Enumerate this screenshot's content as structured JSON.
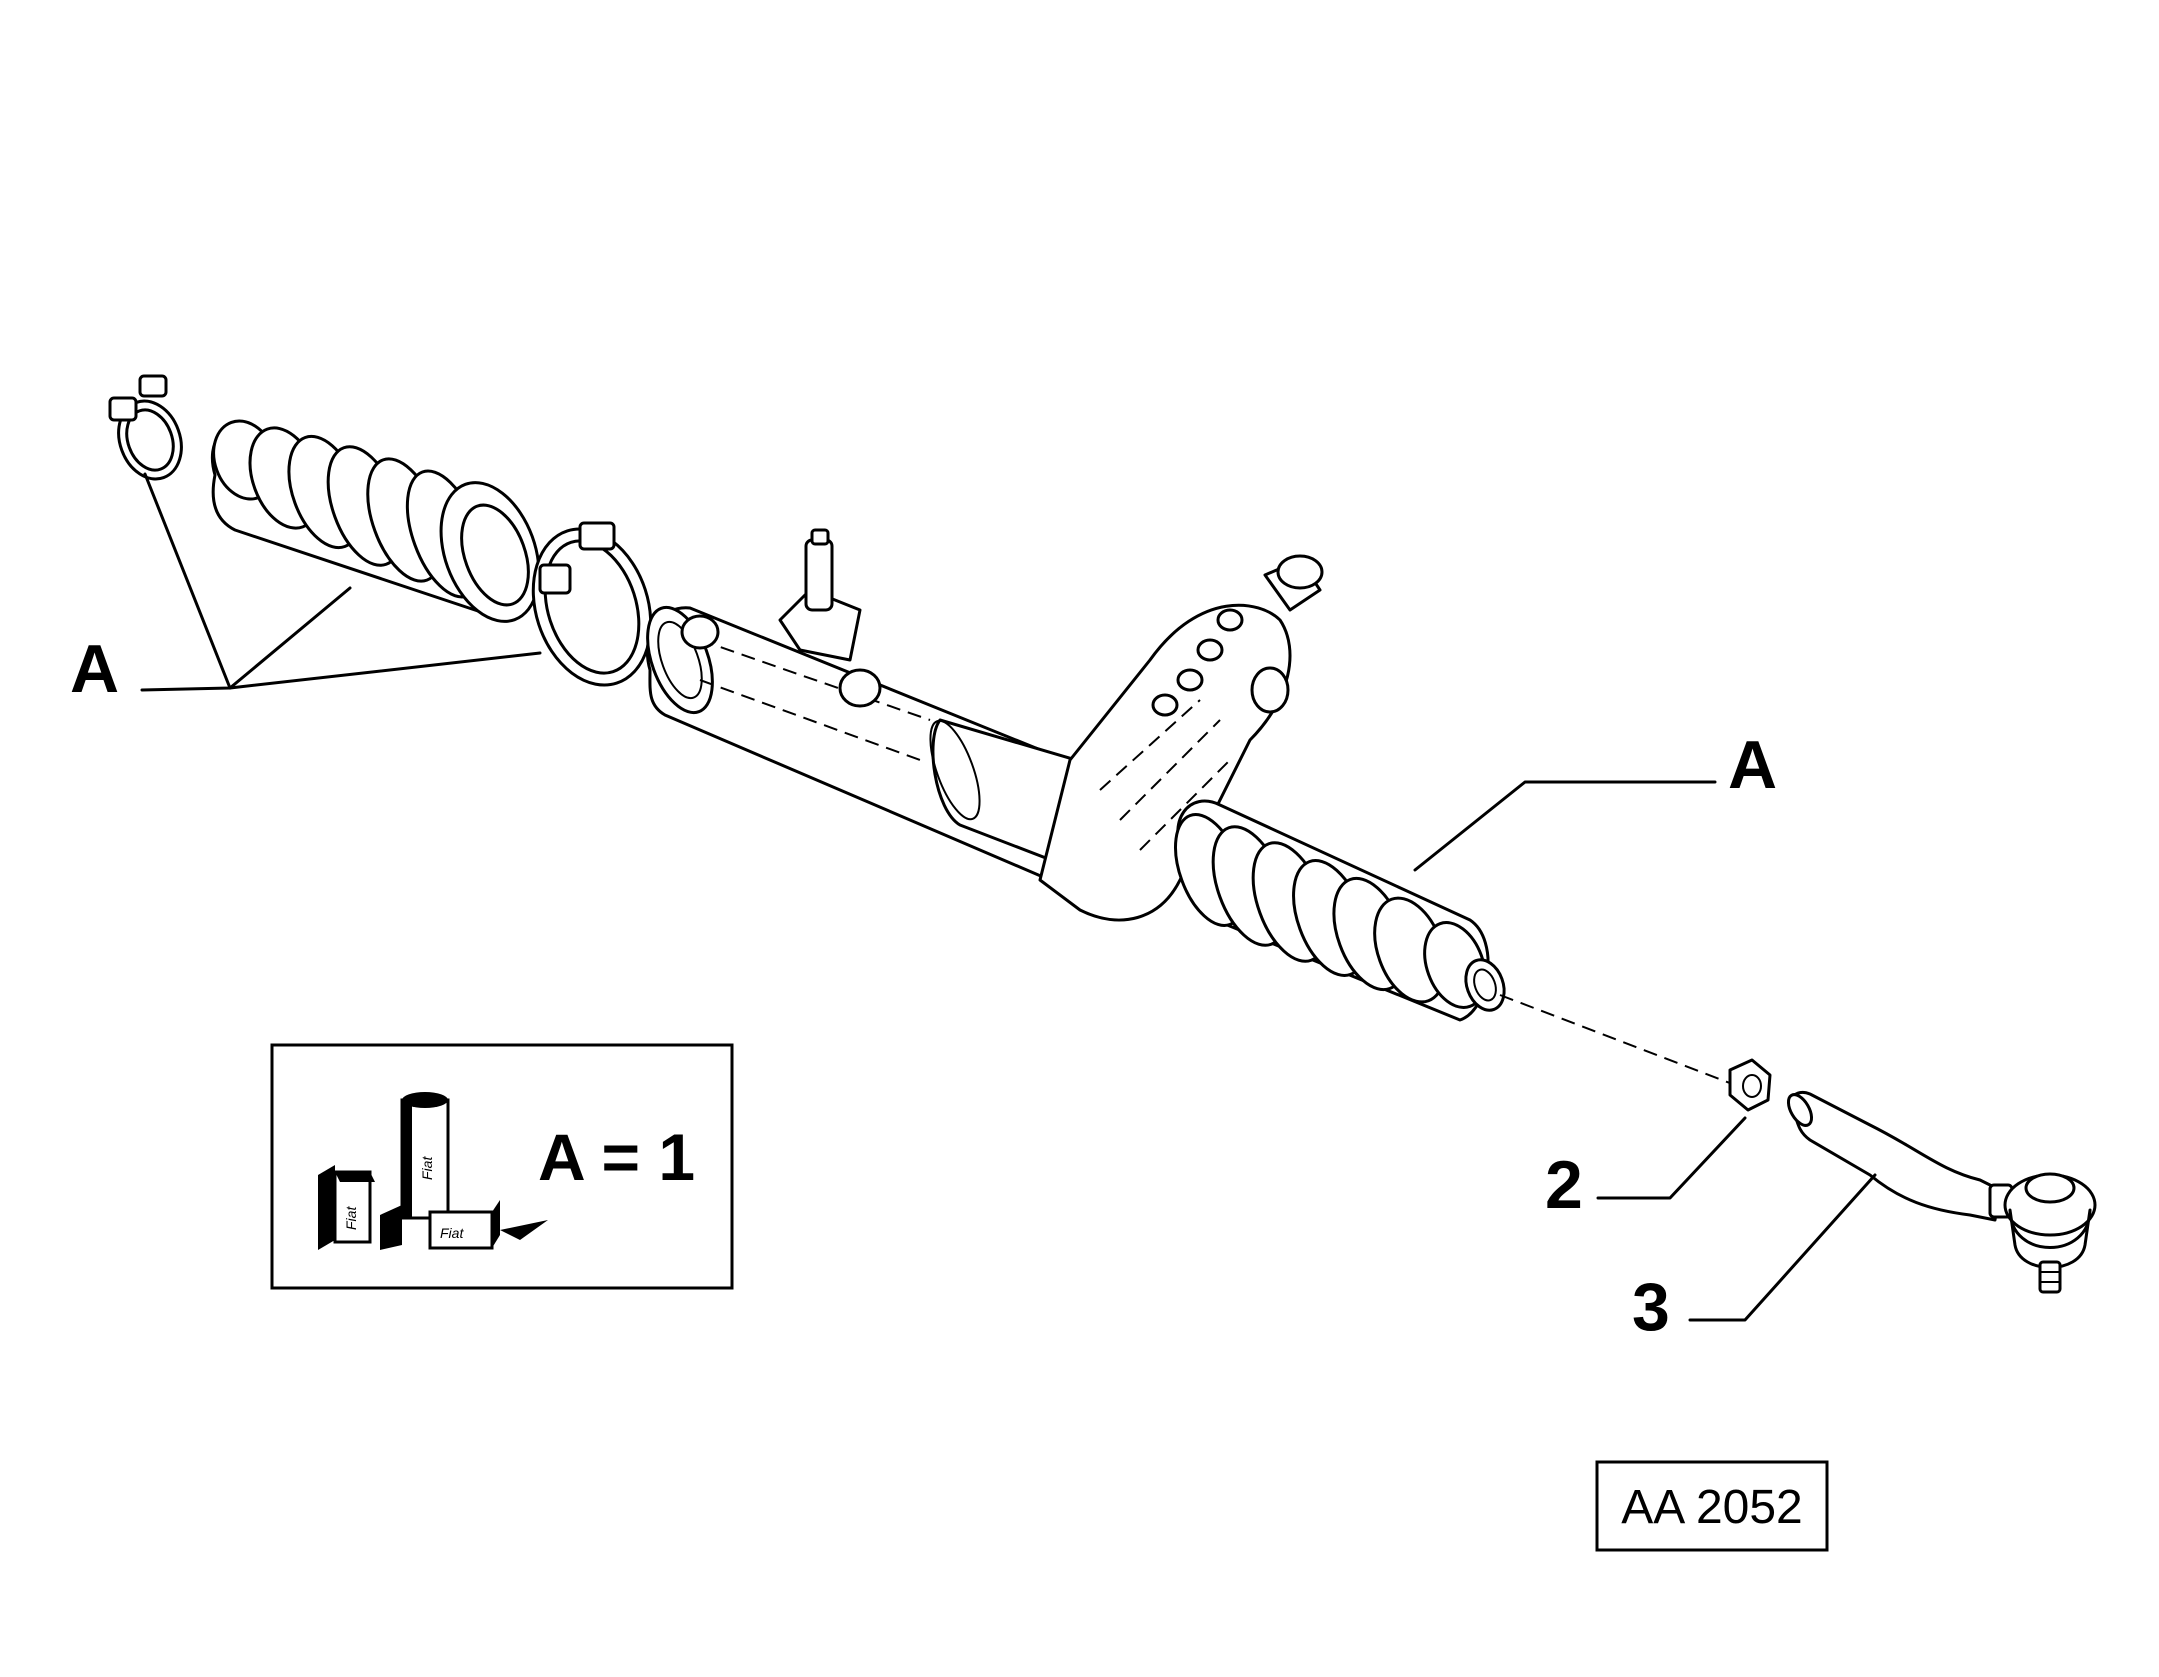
{
  "callouts": {
    "a_left": "A",
    "a_right": "A",
    "nut": "2",
    "tie_rod_end": "3"
  },
  "legend": {
    "equation": "A = 1",
    "brand_marks": [
      "Fiat",
      "Fiat",
      "Fiat"
    ]
  },
  "drawing_id": "AA 2052"
}
